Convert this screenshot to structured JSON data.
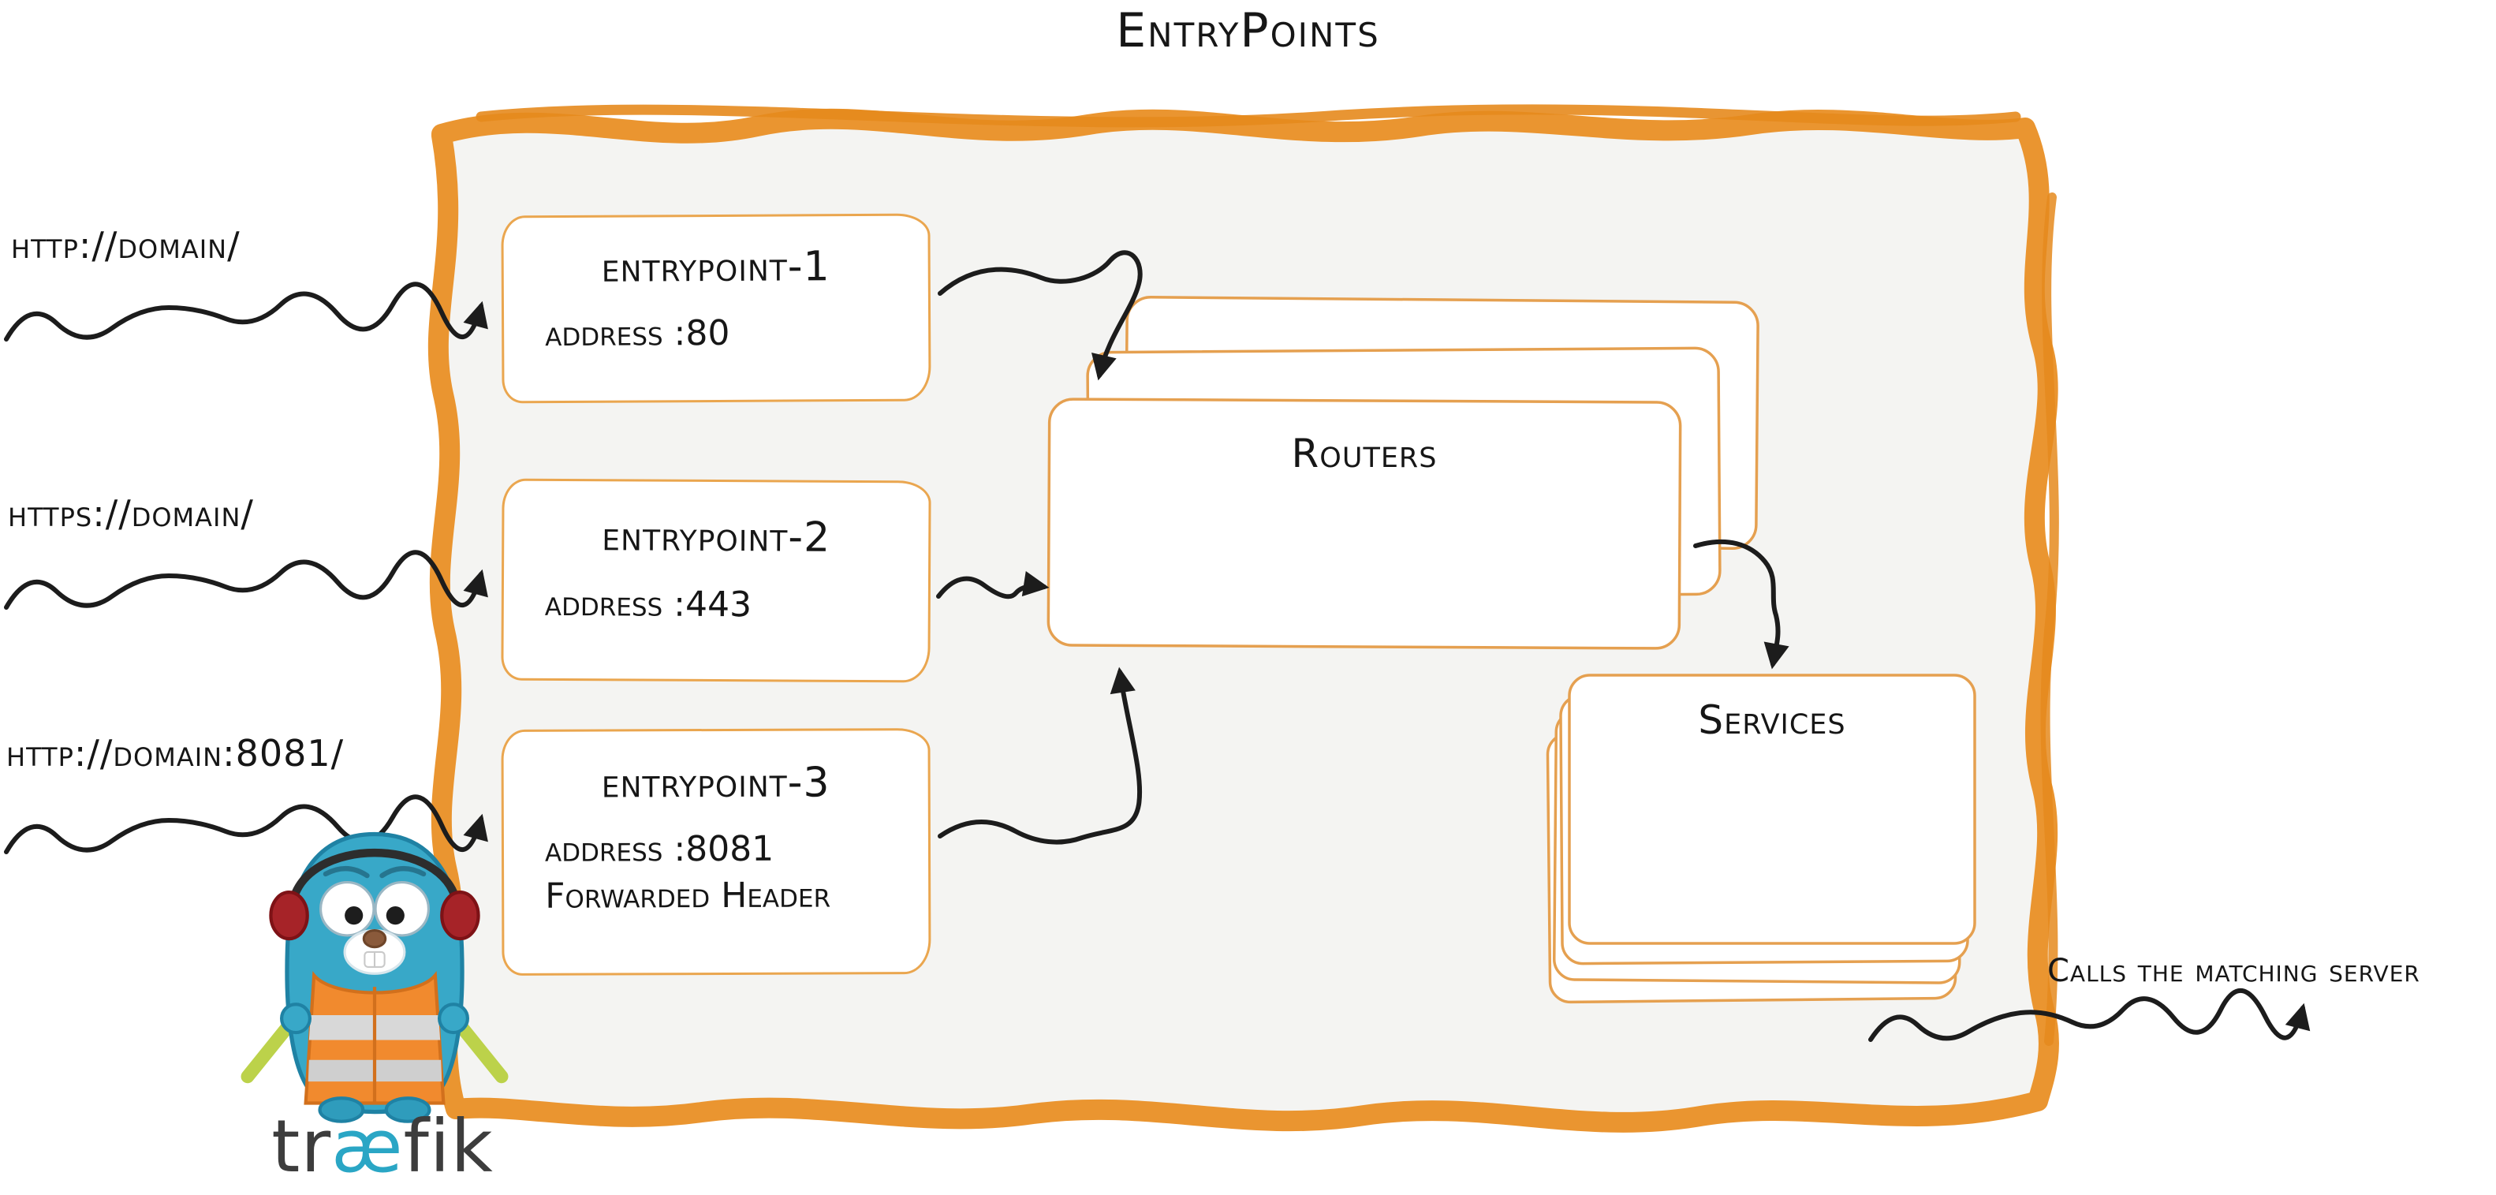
{
  "title": "EntryPoints",
  "requests": [
    {
      "label": "http://domain/"
    },
    {
      "label": "https://domain/"
    },
    {
      "label": "http://domain:8081/"
    }
  ],
  "entrypoints": [
    {
      "name": "entrypoint-1",
      "address": "address :80"
    },
    {
      "name": "entrypoint-2",
      "address": "address :443"
    },
    {
      "name": "entrypoint-3",
      "address": "address :8081",
      "extra": "Forwarded Header"
    }
  ],
  "routers": {
    "label": "Routers"
  },
  "services": {
    "label": "Services"
  },
  "outgoing": {
    "label": "Calls the matching server"
  },
  "logo": {
    "pre": "tr",
    "ae": "æ",
    "post": "fik"
  },
  "mascot": {
    "icon": "traefik-gopher-icon"
  },
  "colors": {
    "container_border": "#ea9530",
    "container_fill": "#f4f4f2",
    "box_border": "#eaa64f",
    "arrow": "#1c1c1c",
    "gopher_blue": "#38a8c8",
    "vest_orange": "#f18a2e",
    "logo_ae_teal": "#2aa6c5"
  }
}
